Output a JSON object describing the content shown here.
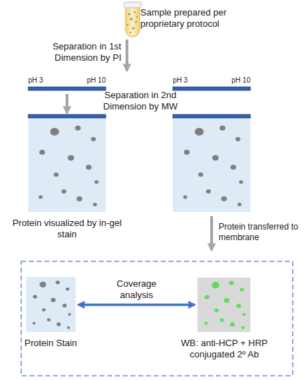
{
  "diagram": {
    "nodes": [
      {
        "text": [
          "Sample prepared per proprietary protocol"
        ]
      },
      {
        "text": [
          "pH 3",
          "pH 10"
        ]
      },
      {
        "text": [
          "pH 3",
          "pH 10"
        ]
      },
      {
        "text": [
          "Protein visualized by in-gel stain"
        ]
      },
      {
        "text": [
          "Protein Stain"
        ]
      },
      {
        "text": [
          "WB: anti-HCP + HRP conjugated 2º Ab"
        ]
      }
    ],
    "edges": [
      {
        "from": 1,
        "to": 3,
        "arrow": "to"
      },
      {
        "from": 4,
        "to": 5,
        "arrow": "both",
        "label": "Coverage analysis"
      }
    ],
    "labels": [
      "Separation in 1st Dimension by PI",
      "Separation in 2nd Dimension by MW",
      "Protein transferred to membrane"
    ]
  }
}
